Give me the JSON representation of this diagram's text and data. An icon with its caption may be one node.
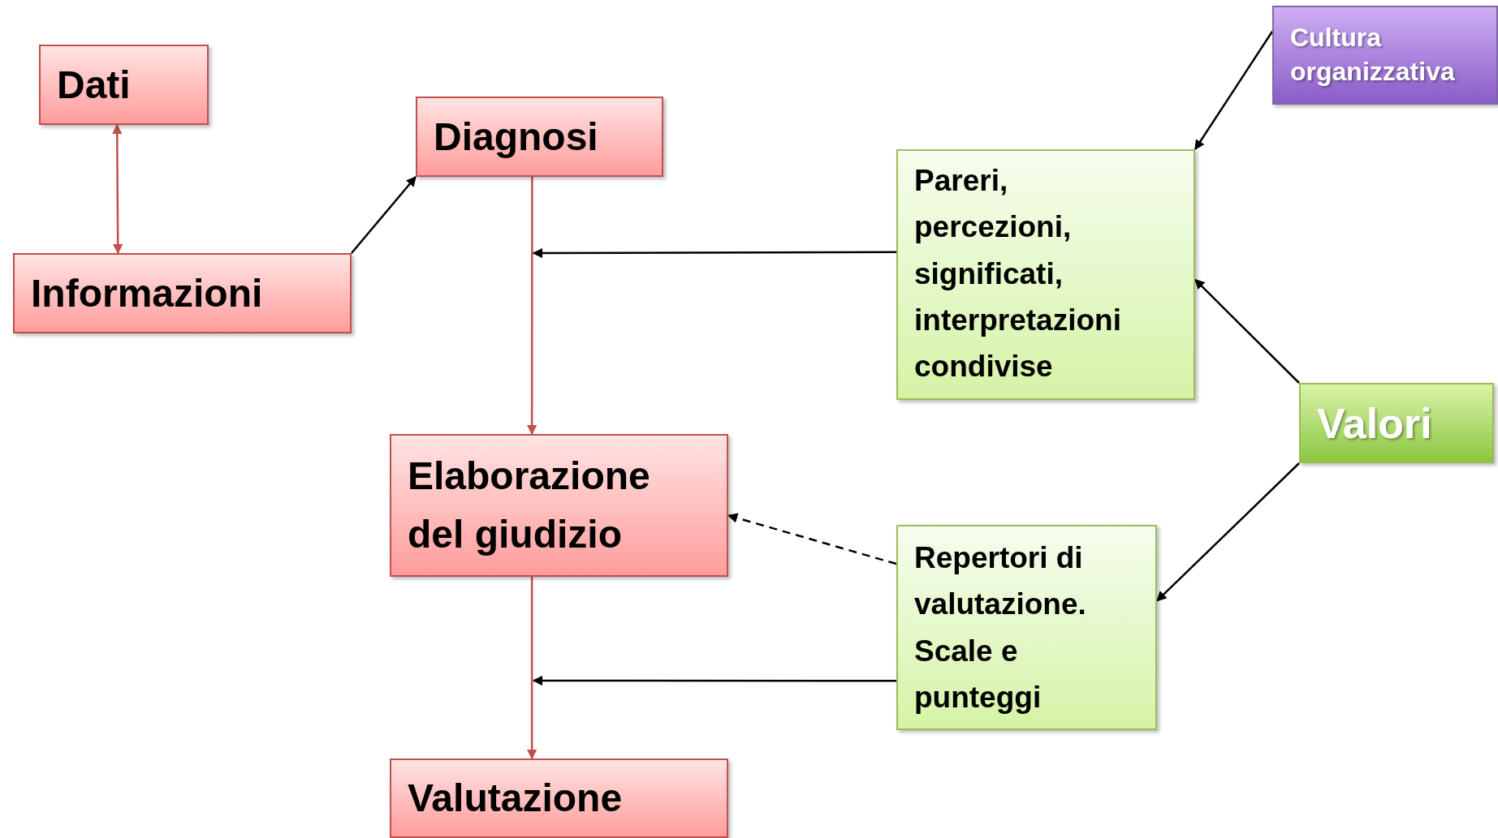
{
  "diagram": {
    "nodes": [
      {
        "text": [
          "Dati"
        ]
      },
      {
        "text": [
          "Diagnosi"
        ]
      },
      {
        "text": [
          "Cultura organizzativa"
        ]
      },
      {
        "text": [
          "Pareri, percezioni, significati, interpretazioni condivise"
        ]
      },
      {
        "text": [
          "Informazioni"
        ]
      },
      {
        "text": [
          "Valori"
        ]
      },
      {
        "text": [
          "Elaborazione del giudizio"
        ]
      },
      {
        "text": [
          "Repertori di valutazione. Scale e punteggi"
        ]
      },
      {
        "text": [
          "Valutazione"
        ]
      }
    ],
    "edges": [
      {
        "from": 0,
        "to": 4,
        "arrow": "both",
        "color": "#c0504d"
      },
      {
        "from": 4,
        "to": 1,
        "arrow": "to"
      },
      {
        "from": 1,
        "to": 6,
        "arrow": "to",
        "color": "#c0504d"
      },
      {
        "from": 3,
        "to": null,
        "arrow": "to"
      },
      {
        "from": 2,
        "to": 3,
        "arrow": "to"
      },
      {
        "from": 5,
        "to": 3,
        "arrow": "to"
      },
      {
        "from": 5,
        "to": 7,
        "arrow": "to"
      },
      {
        "from": 7,
        "to": 6,
        "arrow": "to",
        "style": "dashed"
      },
      {
        "from": 7,
        "to": null,
        "arrow": "to"
      },
      {
        "from": 6,
        "to": 8,
        "arrow": "to",
        "color": "#c0504d"
      }
    ]
  }
}
